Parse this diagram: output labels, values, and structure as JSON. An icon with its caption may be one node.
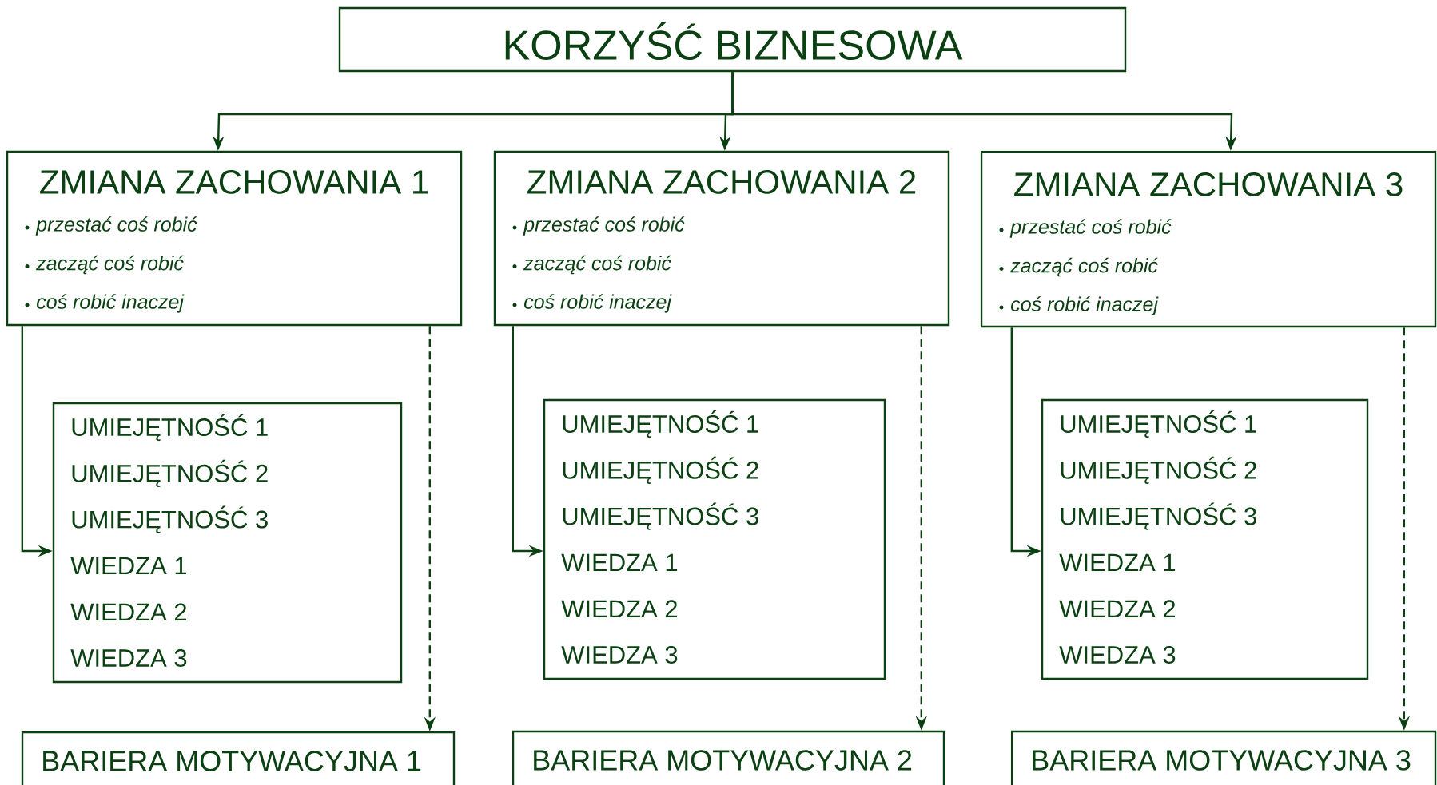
{
  "diagram": {
    "nodes": [
      {
        "text": [
          "KORZYŚĆ BIZNESOWA"
        ]
      },
      {
        "text": [
          "ZMIANA ZACHOWANIA 1",
          "przestać coś robić",
          "zacząć coś robić",
          "coś robić inaczej"
        ]
      },
      {
        "text": [
          "ZMIANA ZACHOWANIA 2",
          "przestać coś robić",
          "zacząć coś robić",
          "coś robić inaczej"
        ]
      },
      {
        "text": [
          "ZMIANA ZACHOWANIA 3",
          "przestać coś robić",
          "zacząć coś robić",
          "coś robić inaczej"
        ]
      },
      {
        "text": [
          "UMIEJĘTNOŚĆ 1",
          "UMIEJĘTNOŚĆ 2",
          "UMIEJĘTNOŚĆ 3",
          "WIEDZA 1",
          "WIEDZA 2",
          "WIEDZA 3"
        ]
      },
      {
        "text": [
          "UMIEJĘTNOŚĆ 1",
          "UMIEJĘTNOŚĆ 2",
          "UMIEJĘTNOŚĆ 3",
          "WIEDZA 1",
          "WIEDZA 2",
          "WIEDZA 3"
        ]
      },
      {
        "text": [
          "UMIEJĘTNOŚĆ 1",
          "UMIEJĘTNOŚĆ 2",
          "UMIEJĘTNOŚĆ 3",
          "WIEDZA 1",
          "WIEDZA 2",
          "WIEDZA 3"
        ]
      },
      {
        "text": [
          "BARIERA MOTYWACYJNA 1"
        ]
      },
      {
        "text": [
          "BARIERA MOTYWACYJNA 2"
        ]
      },
      {
        "text": [
          "BARIERA MOTYWACYJNA 3"
        ]
      }
    ],
    "edges": [
      {
        "from": 0,
        "to": 1,
        "arrow": "to"
      },
      {
        "from": 0,
        "to": 2,
        "arrow": "to"
      },
      {
        "from": 0,
        "to": 3,
        "arrow": "to"
      },
      {
        "from": 1,
        "to": 4,
        "arrow": "to"
      },
      {
        "from": 2,
        "to": 5,
        "arrow": "to"
      },
      {
        "from": 3,
        "to": 6,
        "arrow": "to"
      },
      {
        "from": 1,
        "to": 7,
        "arrow": "to",
        "style": "dashed"
      },
      {
        "from": 2,
        "to": 8,
        "arrow": "to",
        "style": "dashed"
      },
      {
        "from": 3,
        "to": 9,
        "arrow": "to",
        "style": "dashed"
      }
    ]
  }
}
